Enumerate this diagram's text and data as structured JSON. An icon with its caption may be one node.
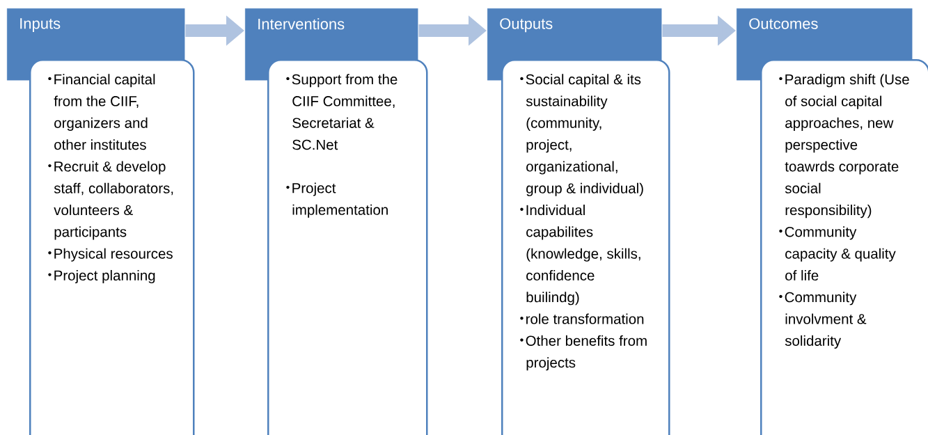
{
  "diagram": {
    "nodes": [
      {
        "text": [
          "Inputs"
        ]
      },
      {
        "text": [
          "Financial capital from the CIIF, organizers and other institutes",
          "Recruit & develop staff, collaborators, volunteers & participants",
          "Physical resources",
          "Project planning"
        ]
      },
      {
        "text": [
          "Interventions"
        ]
      },
      {
        "text": [
          "Support from the CIIF Committee, Secretariat & SC.Net",
          "Project implementation"
        ]
      },
      {
        "text": [
          "Outputs"
        ]
      },
      {
        "text": [
          "Social capital & its sustainability (community, project, organizational, group & individual)",
          "Individual capabilites (knowledge, skills, confidence builindg)",
          "role transformation",
          "Other benefits from projects"
        ]
      },
      {
        "text": [
          "Outcomes"
        ]
      },
      {
        "text": [
          "Paradigm shift (Use of social capital approaches, new perspective toawrds corporate social responsibility)",
          "Community capacity & quality of life",
          "Community involvment & solidarity"
        ]
      }
    ],
    "edges": [
      {
        "from": 0,
        "to": 2,
        "arrow": "to"
      },
      {
        "from": 2,
        "to": 4,
        "arrow": "to"
      },
      {
        "from": 4,
        "to": 6,
        "arrow": "to"
      }
    ]
  }
}
